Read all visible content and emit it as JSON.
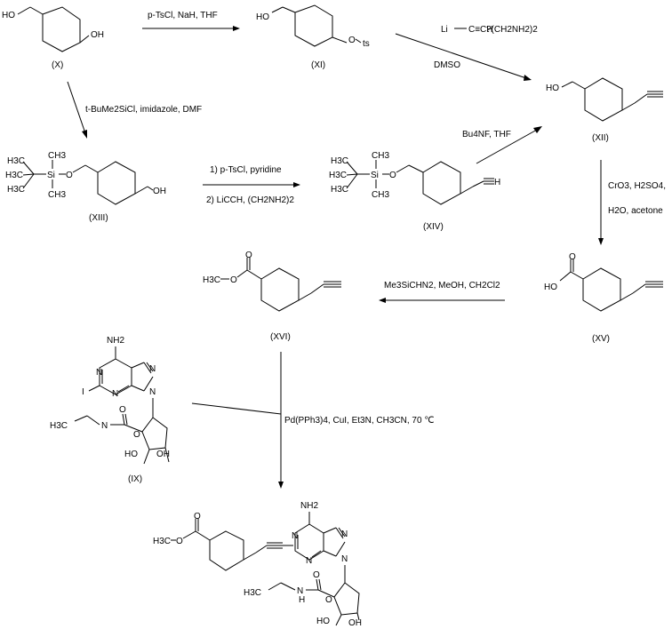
{
  "compounds": {
    "X": "(X)",
    "XI": "(XI)",
    "XII": "(XII)",
    "XIII": "(XIII)",
    "XIV": "(XIV)",
    "XV": "(XV)",
    "XVI": "(XVI)",
    "IX": "(IX)"
  },
  "reagents": {
    "x_to_xi": "p-TsCl, NaH, THF",
    "xi_to_xii_top_prefix": "Li",
    "xi_to_xii_top_alkyne": "C≡CH",
    "xi_to_xii_top_suffix": "?(CH2NH2)2",
    "xi_to_xii_bottom": "DMSO",
    "x_to_xiii": "t-BuMe2SiCl, imidazole, DMF",
    "xiii_to_xiv_1": "1) p-TsCl, pyridine",
    "xiii_to_xiv_2": "2) LiCCH, (CH2NH2)2",
    "xiv_to_xii": "Bu4NF, THF",
    "xii_to_xv_1": "CrO3, H2SO4,",
    "xii_to_xv_2": "H2O, acetone",
    "xv_to_xvi": "Me3SiCHN2, MeOH, CH2Cl2",
    "coupling": "Pd(PPh3)4, CuI, Et3N, CH3CN, 70 ℃"
  },
  "atoms": {
    "HO": "HO",
    "OH": "OH",
    "O": "O",
    "ts": "ts",
    "Si": "Si",
    "CH3": "CH3",
    "H3C": "H3C",
    "NH2": "NH2",
    "N": "N",
    "I": "I",
    "H": "H"
  }
}
